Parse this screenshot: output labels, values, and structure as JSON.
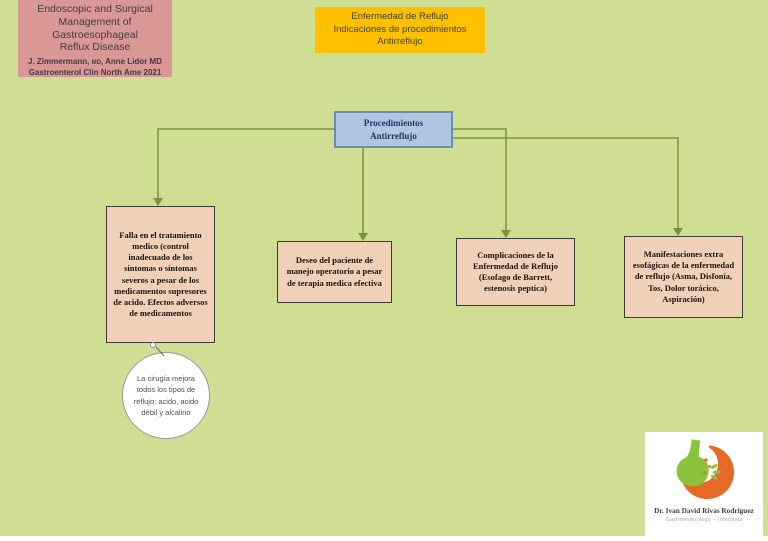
{
  "canvas": {
    "background_color": "#CFDE92",
    "footer_strip_color": "#FFFFFF"
  },
  "citation_card": {
    "title": "Endoscopic and Surgical\nManagement of Gastroesophageal\nReflux Disease",
    "authors_pre": "J. Zimmermann, ",
    "authors_md_smallcaps": "MD",
    "authors_post": ", Anne Lidor MD",
    "journal": "Gastroenterol Clin  North Ame 2021",
    "bg_color": "#D99795"
  },
  "title_banner": {
    "text": "Enfermedad de Reflujo\nIndicaciones de procedimientos\nAntirreflujo",
    "bg_color": "#FFC000"
  },
  "flowchart": {
    "root": {
      "text": "Procedimientos\nAntirreflujo",
      "bg_color": "#AFC5E2",
      "border_color": "#6C8CB8"
    },
    "branches": [
      {
        "text": "Falla en el tratamiento medico (control inadecuado de los síntomas o síntomas severos a pesar de los medicamentos supresores de acido. Efectos adversos de medicamentos"
      },
      {
        "text": "Deseo del paciente de manejo operatorio a pesar de terapia medica efectiva"
      },
      {
        "text": "Complicaciones de la Enfermedad de Reflujo (Esofago de Barrett, estenosis peptica)"
      },
      {
        "text": "Manifestaciones extra esofágicas de la enfermedad de reflujo (Asma, Disfonía, Tos, Dolor torácico, Aspiración)"
      }
    ],
    "branch_bg_color": "#F0D0B6",
    "branch_border_color": "#3A3A3A",
    "connector_color": "#78923D"
  },
  "callout": {
    "text": "La cirugía mejora todos los tipos de reflujo: acido, acido débil y alcalino"
  },
  "logo_card": {
    "doctor_name": "Dr. Ivan David Rivas Rodriguez",
    "specialty": "Gastroenterólogo – Internista",
    "logo_orange": "#E56A25",
    "logo_green": "#8CC33C"
  }
}
